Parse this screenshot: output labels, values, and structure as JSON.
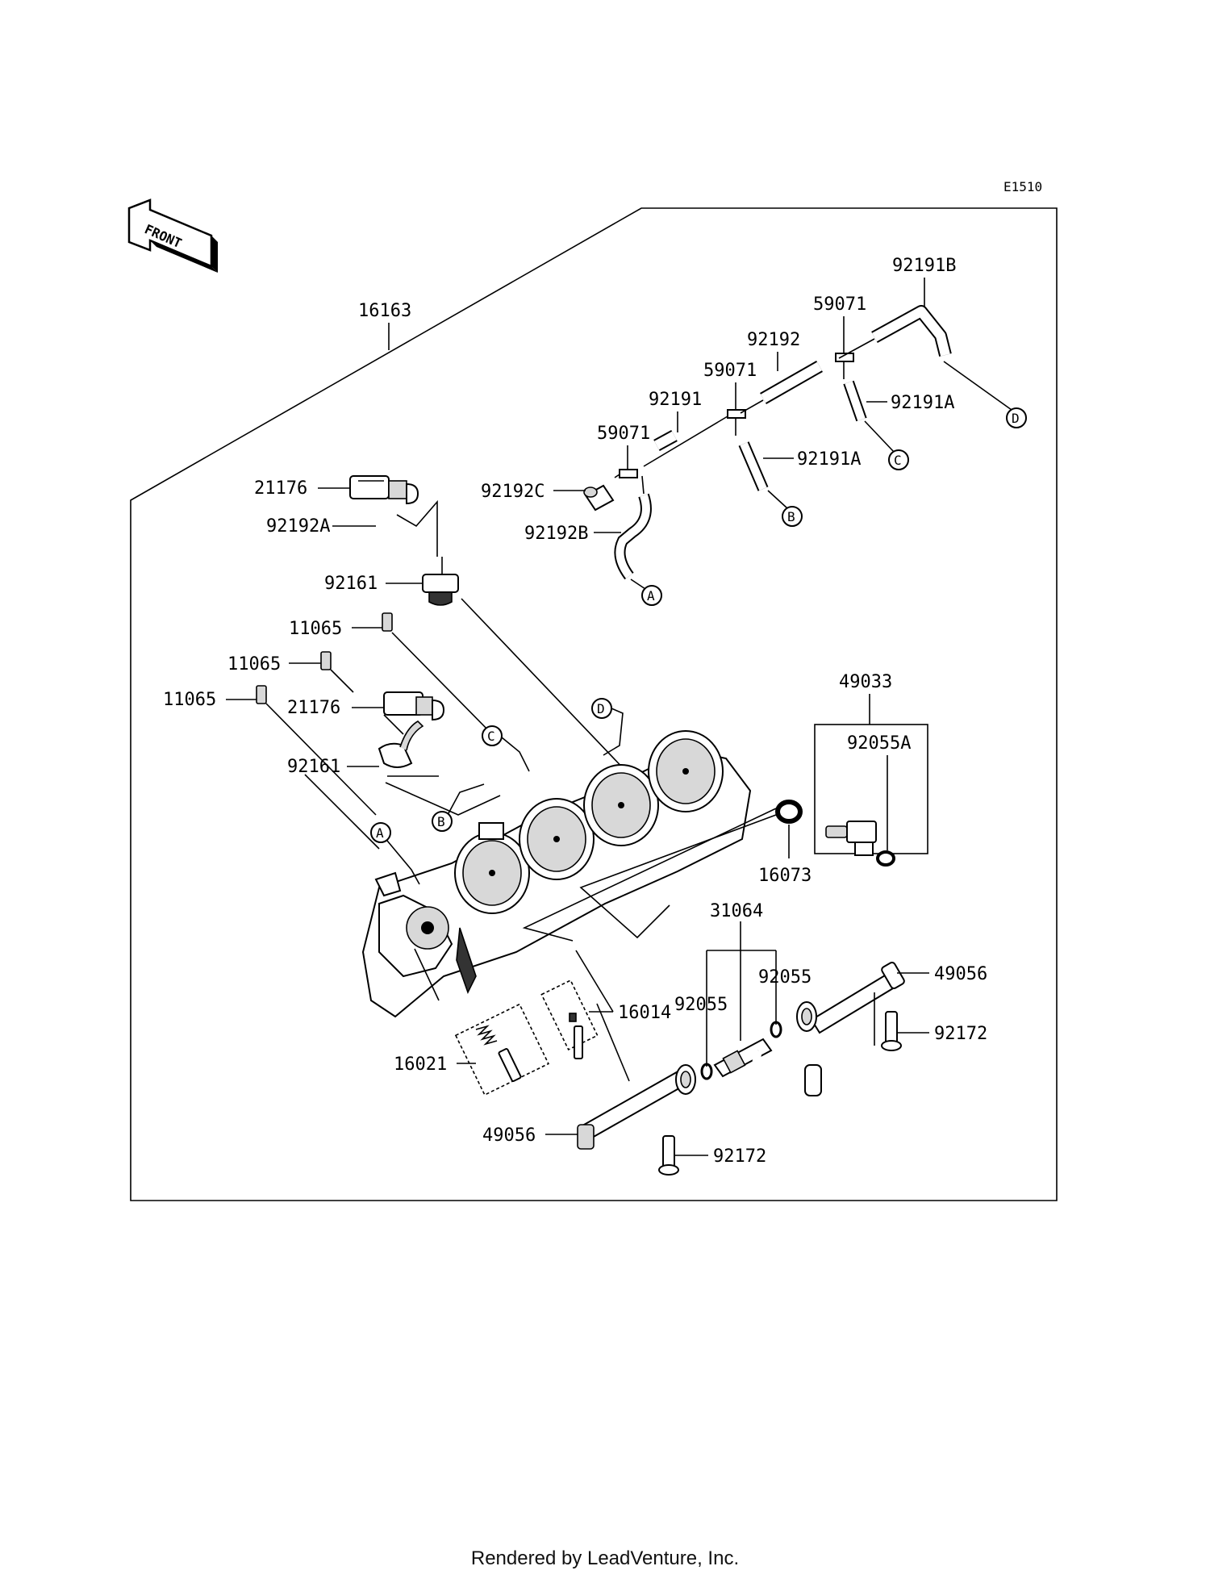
{
  "diagram": {
    "code": "E1510",
    "front_label": "FRONT",
    "footer": "Rendered by LeadVenture, Inc.",
    "part_numbers": {
      "assembly": "16163",
      "sensor_upper": "21176",
      "hose_a": "92192A",
      "fitting_upper": "92161",
      "bolt_1": "11065",
      "bolt_2": "11065",
      "bolt_3": "11065",
      "sensor_lower": "21176",
      "fitting_lower": "92161",
      "injector_set": "49033",
      "oring_a": "92055A",
      "cushion": "16073",
      "joint": "31064",
      "oring_1": "92055",
      "oring_2": "92055",
      "rail_right": "49056",
      "screw_right": "92172",
      "screw_left": "92172",
      "rail_left": "49056",
      "screw_set": "16014",
      "spring_set": "16021",
      "hose_b_right": "92191B",
      "tee_right": "59071",
      "hose_mid": "92192",
      "tee_mid": "59071",
      "hose_91": "92191",
      "tee_left": "59071",
      "hose_a_mid": "92191A",
      "hose_a_right": "92191A",
      "cap": "92192C",
      "hose_b_left": "92192B"
    },
    "callouts": {
      "a": "A",
      "b": "B",
      "c": "C",
      "d": "D"
    }
  }
}
